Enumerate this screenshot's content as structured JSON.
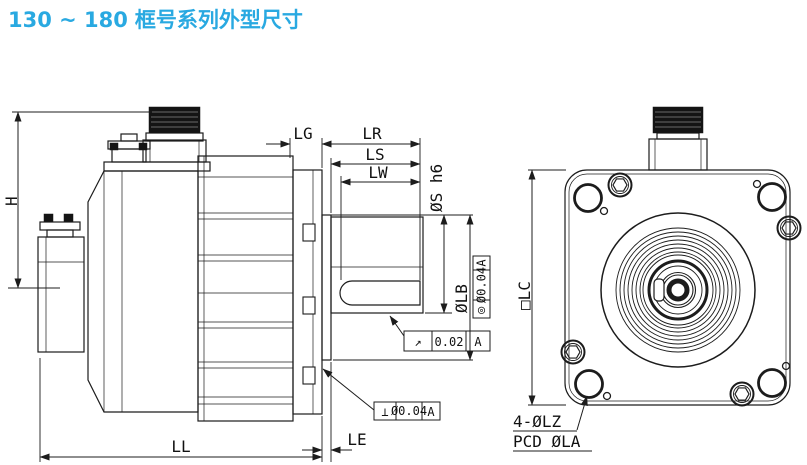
{
  "title": {
    "range": "130 ~ 180",
    "text": "框号系列外型尺寸"
  },
  "colors": {
    "accent": "#29a9e1",
    "line": "#1c1c1c",
    "background": "#ffffff"
  },
  "side_view": {
    "dims": {
      "height": "H",
      "total_length": "LL",
      "pilot_protrusion": "LE",
      "flange_thickness": "LG",
      "shaft_extension": "LR",
      "shaft_length": "LS",
      "key_length": "LW",
      "shaft_diameter": "ØS h6",
      "pilot_diameter": "ØLB"
    },
    "tolerances": {
      "runout": {
        "icon": "circular-runout-arrow",
        "symbol": "↗",
        "value": "0.02",
        "datum": "A"
      },
      "perpendicularity": {
        "symbol": "⊥",
        "value": "Ø0.04",
        "datum": "A"
      },
      "concentricity": {
        "symbol": "◎",
        "value": "Ø0.04",
        "datum": "A"
      }
    }
  },
  "front_view": {
    "dims": {
      "frame_size": "□LC",
      "mounting_holes": "4-ØLZ",
      "pitch_circle": "PCD ØLA"
    }
  }
}
